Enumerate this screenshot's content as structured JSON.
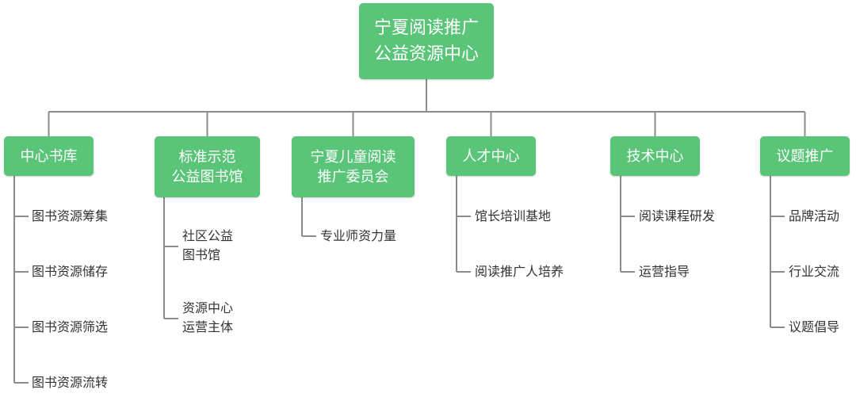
{
  "root": {
    "lines": [
      "宁夏阅读推广",
      "公益资源中心"
    ]
  },
  "branches": [
    {
      "lines": [
        "中心书库"
      ],
      "items": [
        "图书资源筹集",
        "图书资源储存",
        "图书资源筛选",
        "图书资源流转"
      ]
    },
    {
      "lines": [
        "标准示范",
        "公益图书馆"
      ],
      "items": [
        [
          "社区公益",
          "图书馆"
        ],
        [
          "资源中心",
          "运营主体"
        ]
      ]
    },
    {
      "lines": [
        "宁夏儿童阅读",
        "推广委员会"
      ],
      "items": [
        "专业师资力量"
      ]
    },
    {
      "lines": [
        "人才中心"
      ],
      "items": [
        "馆长培训基地",
        "阅读推广人培养"
      ]
    },
    {
      "lines": [
        "技术中心"
      ],
      "items": [
        "阅读课程研发",
        "运营指导"
      ]
    },
    {
      "lines": [
        "议题推广"
      ],
      "items": [
        "品牌活动",
        "行业交流",
        "议题倡导"
      ]
    }
  ],
  "colors": {
    "node": "#5ac579",
    "connector": "#8c8c8c",
    "text": "#333333"
  }
}
